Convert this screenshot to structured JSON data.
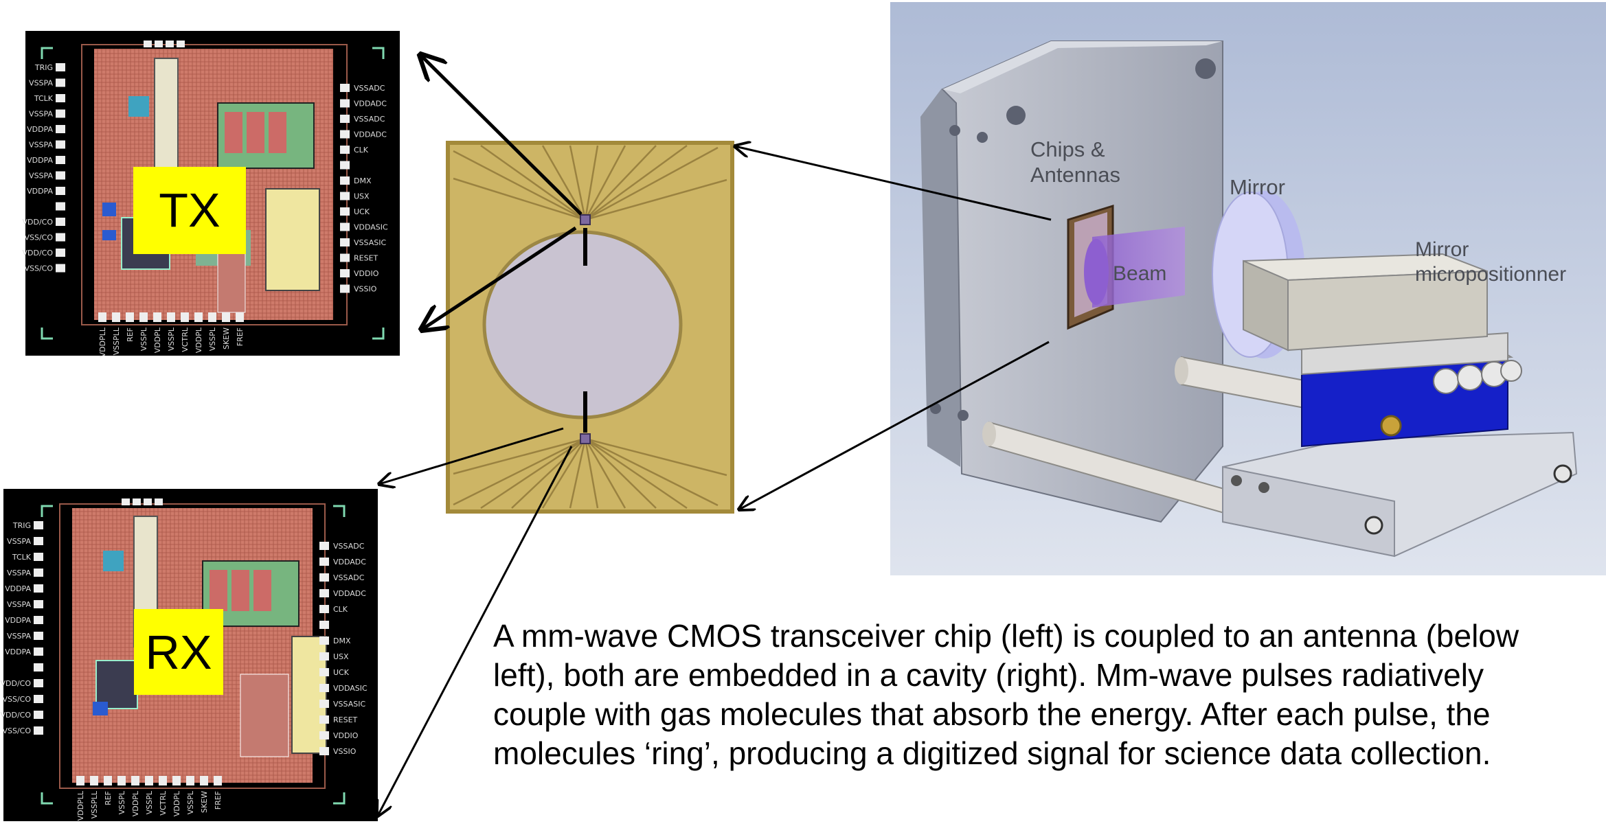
{
  "chips": {
    "tx": {
      "badge": "TX",
      "left_pins": [
        "TRIG",
        "VSSPA",
        "TCLK",
        "VSSPA",
        "VDDPA",
        "VSSPA",
        "VDDPA",
        "VSSPA",
        "VDDPA",
        "",
        "VDD/CO",
        "VSS/CO",
        "VDD/CO",
        "VSS/CO"
      ],
      "right_pins": [
        "VSSADC",
        "VDDADC",
        "VSSADC",
        "VDDADC",
        "CLK",
        "",
        "DMX",
        "USX",
        "UCK",
        "VDDASIC",
        "VSSASIC",
        "RESET",
        "VDDIO",
        "VSSIO"
      ],
      "bottom_pins": [
        "VDDPLL",
        "VSSPLL",
        "REF",
        "VSSPL",
        "VDDPL",
        "VSSPL",
        "VCTRL",
        "VDDPL",
        "VSSPL",
        "SKEW",
        "FREF"
      ]
    },
    "rx": {
      "badge": "RX",
      "left_pins": [
        "TRIG",
        "VSSPA",
        "TCLK",
        "VSSPA",
        "VDDPA",
        "VSSPA",
        "VDDPA",
        "VSSPA",
        "VDDPA",
        "",
        "VDD/CO",
        "VSS/CO",
        "VDD/CO",
        "VSS/CO"
      ],
      "right_pins": [
        "VSSADC",
        "VDDADC",
        "VSSADC",
        "VDDADC",
        "CLK",
        "",
        "DMX",
        "USX",
        "UCK",
        "VDDASIC",
        "VSSASIC",
        "RESET",
        "VDDIO",
        "VSSIO"
      ],
      "bottom_pins": [
        "VDDPLL",
        "VSSPLL",
        "REF",
        "VSSPL",
        "VDDPL",
        "VSSPL",
        "VCTRL",
        "VDDPL",
        "VSSPL",
        "SKEW",
        "FREF"
      ]
    }
  },
  "cavity_labels": {
    "chips_antennas": "Chips & Antennas",
    "beam": "Beam",
    "mirror": "Mirror",
    "micropositioner": "Mirror micropositionner"
  },
  "caption": {
    "lines": [
      "A mm-wave CMOS transceiver chip (left) is coupled to an antenna (below",
      "left), both are embedded in a cavity (right).  Mm-wave pulses radiatively",
      "couple with gas molecules that absorb the energy.  After each pulse, the",
      "molecules ‘ring’, producing a digitized signal for science data collection."
    ]
  },
  "colors": {
    "chip_background": "#000000",
    "chip_core": "#d98070",
    "badge_fill": "#ffff00",
    "antenna_board": "#cdb565",
    "antenna_border": "#a38a3a",
    "antenna_disc": "#c9c3d1",
    "cad_panel": "#b6c2d9",
    "beam": "#a070d8",
    "mirror": "#cfd0f4",
    "stage_blue": "#1520c8"
  }
}
